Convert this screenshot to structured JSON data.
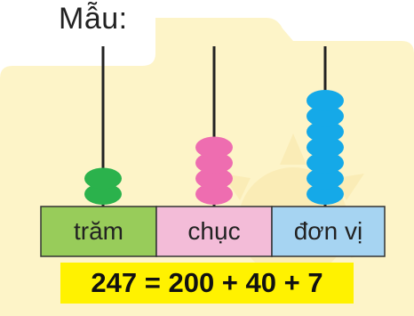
{
  "header": {
    "label": "Mẫu:"
  },
  "abacus": {
    "columns": [
      {
        "id": "tram",
        "label": "trăm",
        "beads": 2,
        "bead_color": "#2bb24c",
        "cell_color": "#98cc5a"
      },
      {
        "id": "chuc",
        "label": "chục",
        "beads": 4,
        "bead_color": "#ee6db0",
        "cell_color": "#f3bcd8"
      },
      {
        "id": "donvi",
        "label": "đơn vị",
        "beads": 7,
        "bead_color": "#15a9e8",
        "cell_color": "#a6d4f2"
      }
    ]
  },
  "equation": {
    "text": "247 = 200 + 40 + 7",
    "highlight_color": "#fff200"
  }
}
